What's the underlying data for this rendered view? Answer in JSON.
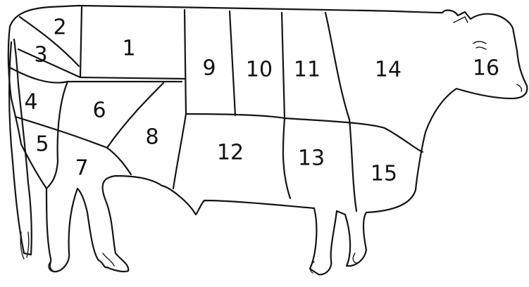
{
  "diagram": {
    "regions": [
      {
        "id": "1",
        "label": "1"
      },
      {
        "id": "2",
        "label": "2"
      },
      {
        "id": "3",
        "label": "3"
      },
      {
        "id": "4",
        "label": "4"
      },
      {
        "id": "5",
        "label": "5"
      },
      {
        "id": "6",
        "label": "6"
      },
      {
        "id": "7",
        "label": "7"
      },
      {
        "id": "8",
        "label": "8"
      },
      {
        "id": "9",
        "label": "9"
      },
      {
        "id": "10",
        "label": "10"
      },
      {
        "id": "11",
        "label": "11"
      },
      {
        "id": "12",
        "label": "12"
      },
      {
        "id": "13",
        "label": "13"
      },
      {
        "id": "14",
        "label": "14"
      },
      {
        "id": "15",
        "label": "15"
      },
      {
        "id": "16",
        "label": "16"
      }
    ]
  }
}
